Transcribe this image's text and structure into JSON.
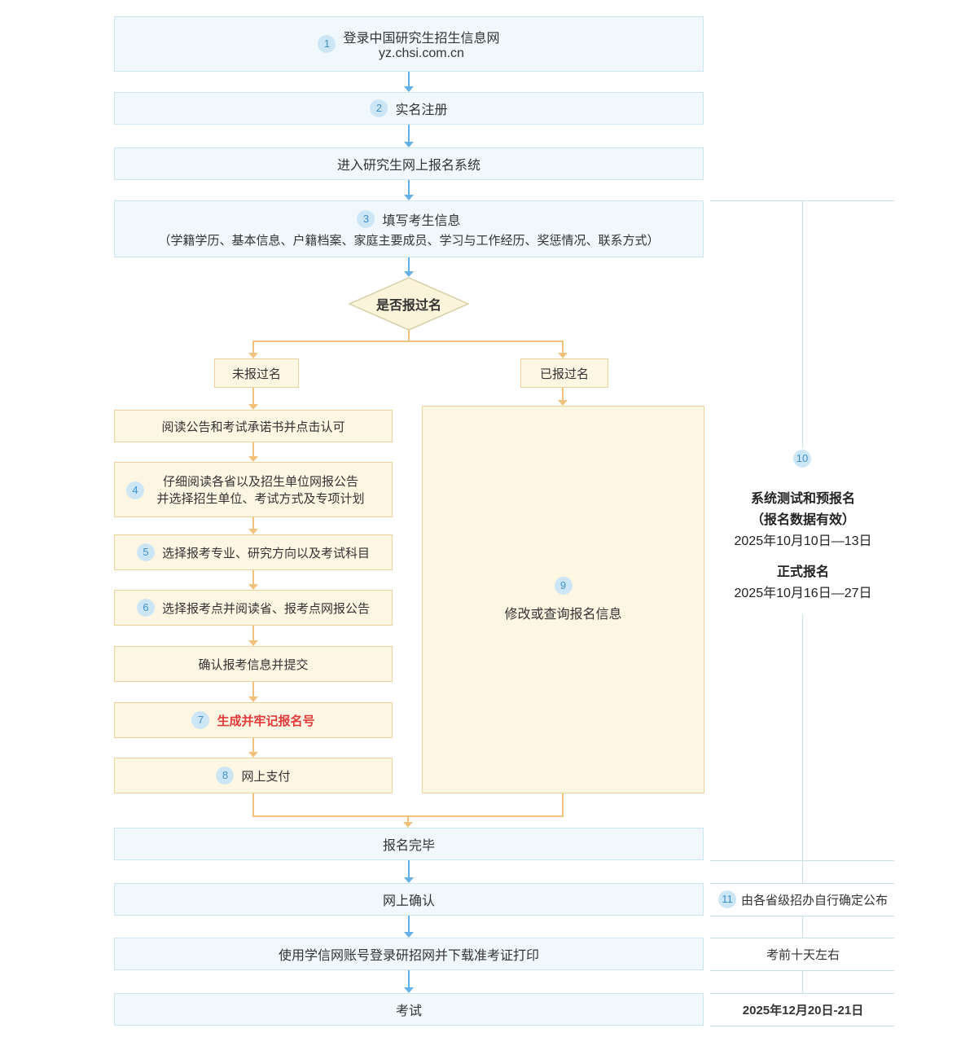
{
  "colors": {
    "box_blue_bg": "#f0f8fc",
    "box_blue_border": "#cde5f0",
    "box_orange_bg": "#fdf6e3",
    "box_orange_border": "#eed29c",
    "diamond_bg": "#fbf3da",
    "diamond_border": "#d9d0a8",
    "arrow_blue": "#64b0e8",
    "arrow_orange": "#f2c27c",
    "badge_bg": "#cde6f6",
    "badge_text": "#4090cc",
    "highlight_red": "#e23a3a",
    "sidebar_line": "#c9dde4",
    "text": "#333333"
  },
  "flow": {
    "login": {
      "num": "1",
      "line1": "登录中国研究生招生信息网",
      "line2": "yz.chsi.com.cn"
    },
    "register": {
      "num": "2",
      "label": "实名注册"
    },
    "enter": {
      "label": "进入研究生网上报名系统"
    },
    "fill_info": {
      "num": "3",
      "title": "填写考生信息",
      "detail": "（学籍学历、基本信息、户籍档案、家庭主要成员、学习与工作经历、奖惩情况、联系方式）"
    },
    "decision": {
      "label": "是否报过名"
    },
    "branch_left": {
      "label": "未报过名"
    },
    "branch_right": {
      "label": "已报过名"
    },
    "read_notice": {
      "label": "阅读公告和考试承诺书并点击认可"
    },
    "choose_unit": {
      "num": "4",
      "line1": "仔细阅读各省以及招生单位网报公告",
      "line2": "并选择招生单位、考试方式及专项计划"
    },
    "choose_major": {
      "num": "5",
      "label": "选择报考专业、研究方向以及考试科目"
    },
    "choose_site": {
      "num": "6",
      "label": "选择报考点并阅读省、报考点网报公告"
    },
    "confirm_submit": {
      "label": "确认报考信息并提交"
    },
    "generate_id": {
      "num": "7",
      "label": "生成并牢记报名号"
    },
    "pay_online": {
      "num": "8",
      "label": "网上支付"
    },
    "modify_query": {
      "num": "9",
      "label": "修改或查询报名信息"
    },
    "reg_complete": {
      "label": "报名完毕"
    },
    "online_confirm": {
      "label": "网上确认"
    },
    "print_ticket": {
      "label": "使用学信网账号登录研招网并下载准考证打印"
    },
    "exam": {
      "label": "考试"
    }
  },
  "sidebar": {
    "schedule": {
      "num": "10",
      "title1": "系统测试和预报名",
      "sub1": "（报名数据有效）",
      "date1": "2025年10月10日—13日",
      "title2": "正式报名",
      "date2": "2025年10月16日—27日"
    },
    "confirm_note": {
      "num": "11",
      "label": "由各省级招办自行确定公布"
    },
    "ticket_note": {
      "label": "考前十天左右"
    },
    "exam_date": {
      "label": "2025年12月20日-21日"
    }
  }
}
